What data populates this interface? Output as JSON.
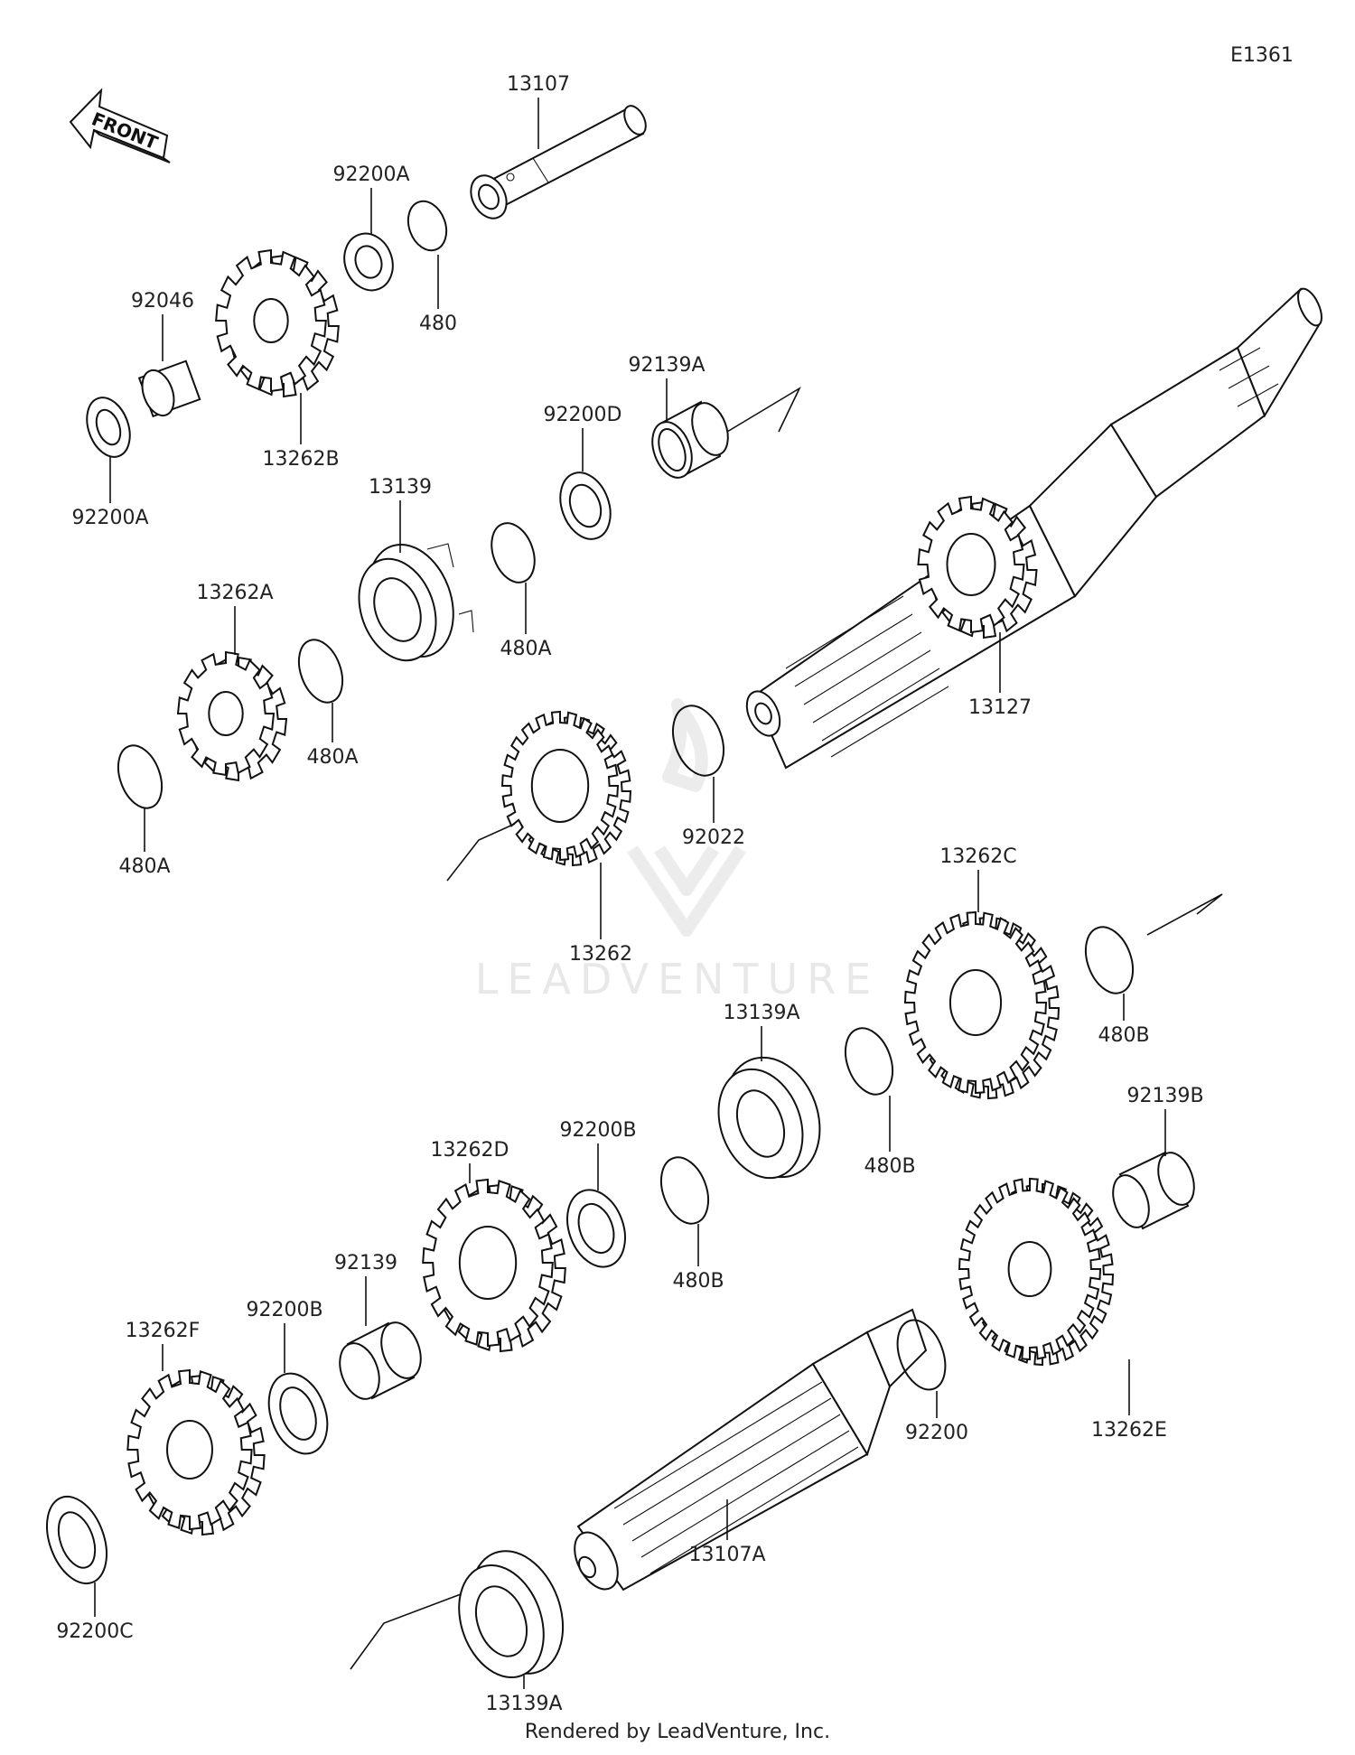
{
  "diagram_id": "E1361",
  "front_label": "FRONT",
  "watermark": "LEADVENTURE",
  "footer": "Rendered by LeadVenture, Inc.",
  "callouts": [
    {
      "id": "c01",
      "label": "13107"
    },
    {
      "id": "c02",
      "label": "92200A"
    },
    {
      "id": "c03",
      "label": "480"
    },
    {
      "id": "c04",
      "label": "92046"
    },
    {
      "id": "c05",
      "label": "13262B"
    },
    {
      "id": "c06",
      "label": "92200A"
    },
    {
      "id": "c07",
      "label": "92139A"
    },
    {
      "id": "c08",
      "label": "92200D"
    },
    {
      "id": "c09",
      "label": "13139"
    },
    {
      "id": "c10",
      "label": "480A"
    },
    {
      "id": "c11",
      "label": "13262A"
    },
    {
      "id": "c12",
      "label": "480A"
    },
    {
      "id": "c13",
      "label": "13127"
    },
    {
      "id": "c14",
      "label": "480A"
    },
    {
      "id": "c15",
      "label": "92022"
    },
    {
      "id": "c16",
      "label": "13262"
    },
    {
      "id": "c17",
      "label": "13262C"
    },
    {
      "id": "c18",
      "label": "480B"
    },
    {
      "id": "c19",
      "label": "13139A"
    },
    {
      "id": "c20",
      "label": "480B"
    },
    {
      "id": "c21",
      "label": "92139B"
    },
    {
      "id": "c22",
      "label": "13262D"
    },
    {
      "id": "c23",
      "label": "92200B"
    },
    {
      "id": "c24",
      "label": "480B"
    },
    {
      "id": "c25",
      "label": "92139"
    },
    {
      "id": "c26",
      "label": "92200B"
    },
    {
      "id": "c27",
      "label": "13262F"
    },
    {
      "id": "c28",
      "label": "92200"
    },
    {
      "id": "c29",
      "label": "13262E"
    },
    {
      "id": "c30",
      "label": "13107A"
    },
    {
      "id": "c31",
      "label": "92200C"
    },
    {
      "id": "c32",
      "label": "13139A"
    }
  ]
}
